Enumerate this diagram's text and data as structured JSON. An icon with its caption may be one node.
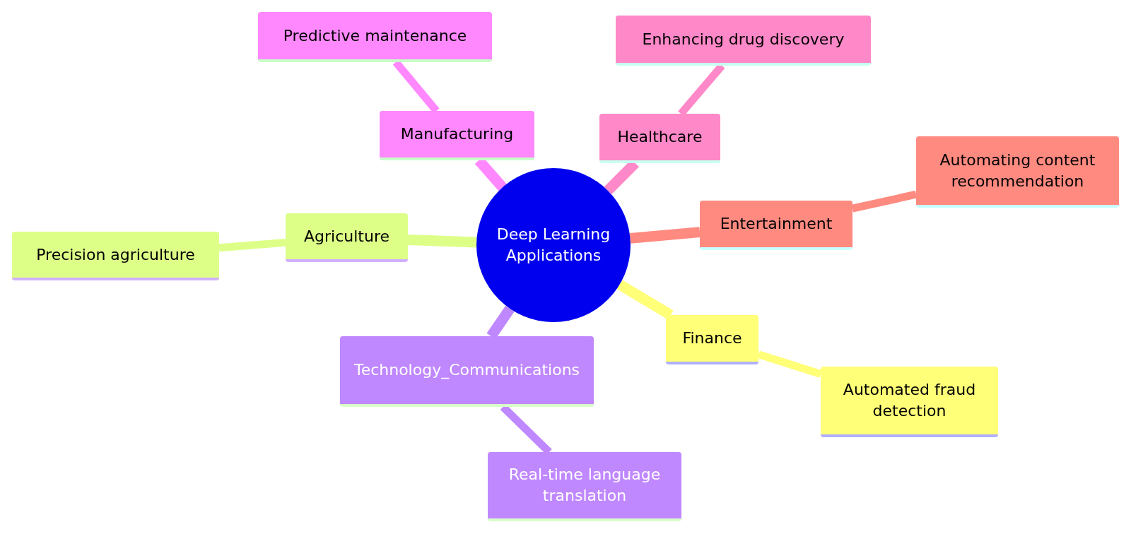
{
  "diagram": {
    "nodes": [
      {
        "text": [
          "Deep Learning Applications"
        ]
      },
      {
        "text": [
          "Manufacturing"
        ]
      },
      {
        "text": [
          "Predictive maintenance"
        ]
      },
      {
        "text": [
          "Healthcare"
        ]
      },
      {
        "text": [
          "Enhancing drug discovery"
        ]
      },
      {
        "text": [
          "Entertainment"
        ]
      },
      {
        "text": [
          "Automating content recommendation"
        ]
      },
      {
        "text": [
          "Finance"
        ]
      },
      {
        "text": [
          "Automated fraud detection"
        ]
      },
      {
        "text": [
          "Technology_Communications"
        ]
      },
      {
        "text": [
          "Real-time language translation"
        ]
      },
      {
        "text": [
          "Agriculture"
        ]
      },
      {
        "text": [
          "Precision agriculture"
        ]
      }
    ],
    "edges": [
      {
        "from": 0,
        "to": 1,
        "arrow": "none",
        "color": "#ff88ff"
      },
      {
        "from": 1,
        "to": 2,
        "arrow": "none",
        "color": "#ff88ff"
      },
      {
        "from": 0,
        "to": 3,
        "arrow": "none",
        "color": "#ff88c8"
      },
      {
        "from": 3,
        "to": 4,
        "arrow": "none",
        "color": "#ff88c8"
      },
      {
        "from": 0,
        "to": 5,
        "arrow": "none",
        "color": "#ff8a80"
      },
      {
        "from": 5,
        "to": 6,
        "arrow": "none",
        "color": "#ff8a80"
      },
      {
        "from": 0,
        "to": 7,
        "arrow": "none",
        "color": "#ffff78"
      },
      {
        "from": 7,
        "to": 8,
        "arrow": "none",
        "color": "#ffff78"
      },
      {
        "from": 0,
        "to": 9,
        "arrow": "none",
        "color": "#c088ff"
      },
      {
        "from": 9,
        "to": 10,
        "arrow": "none",
        "color": "#c088ff"
      },
      {
        "from": 0,
        "to": 11,
        "arrow": "none",
        "color": "#ddff88"
      },
      {
        "from": 11,
        "to": 12,
        "arrow": "none",
        "color": "#ddff88"
      }
    ]
  }
}
